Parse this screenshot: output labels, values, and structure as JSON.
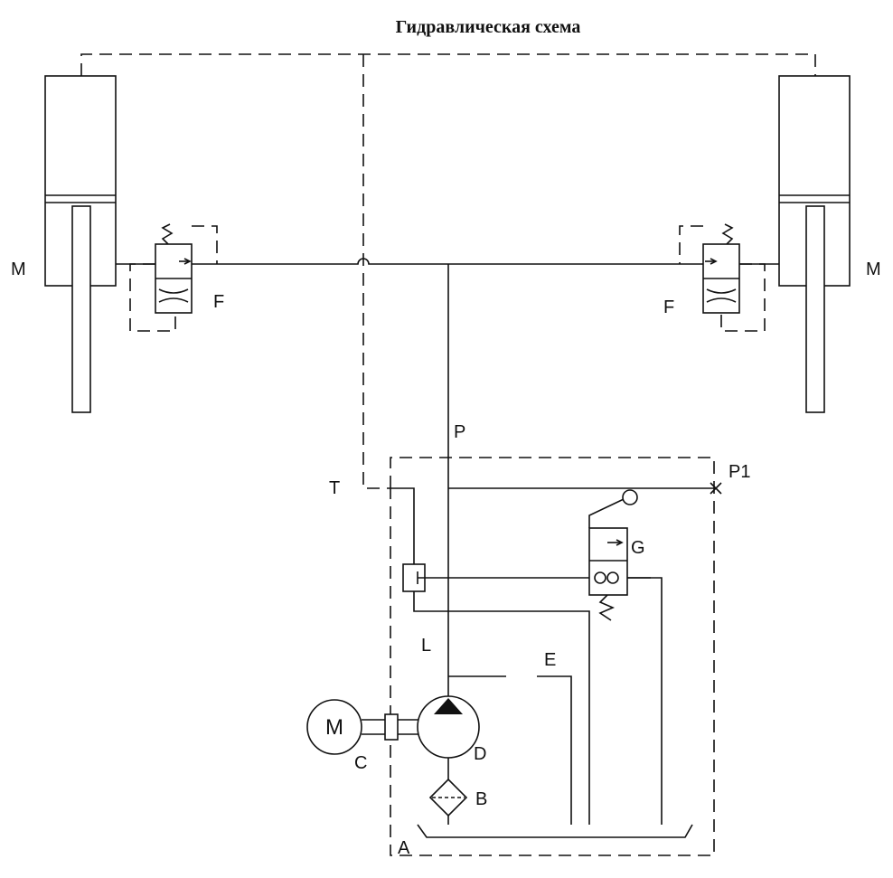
{
  "title": "Гидравлическая схема",
  "labels": {
    "cylinder_left": "M",
    "cylinder_right": "M",
    "valve_left": "F",
    "valve_right": "F",
    "pressure_line": "P",
    "pressure_port": "P1",
    "tank_line": "T",
    "suction_line": "L",
    "return_line": "E",
    "hand_valve": "G",
    "motor_symbol": "M",
    "coupling": "C",
    "pump": "D",
    "filter": "B",
    "reservoir": "A"
  }
}
